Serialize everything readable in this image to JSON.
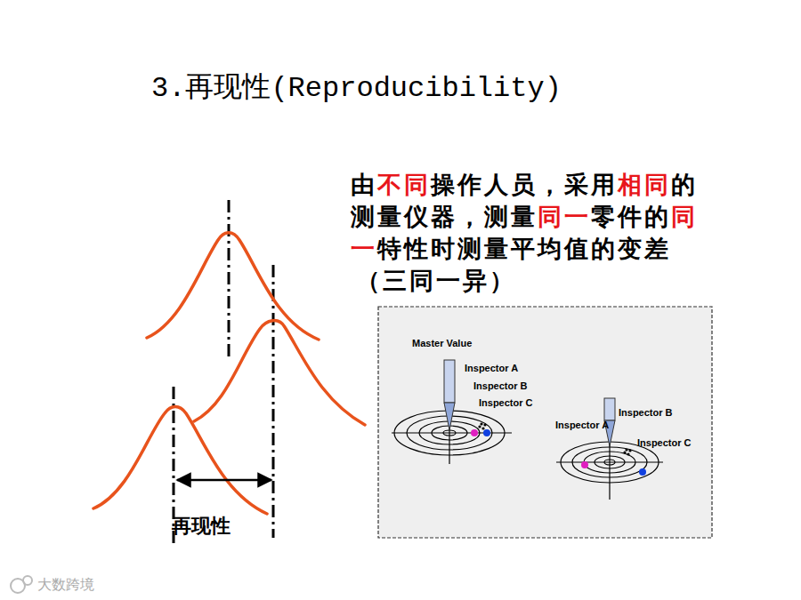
{
  "diagram": {
    "title": "3.再现性(Reproducibility)",
    "labels": [
      "由不同操作人员，采用相同的测量仪器，测量同一零件的同一特性时测量平均值的变差（三同一异）",
      "再现性",
      "Master Value",
      "Inspector A",
      "Inspector B",
      "Inspector C",
      "Inspector B",
      "Inspector A",
      "Inspector C",
      "大数跨境"
    ]
  }
}
